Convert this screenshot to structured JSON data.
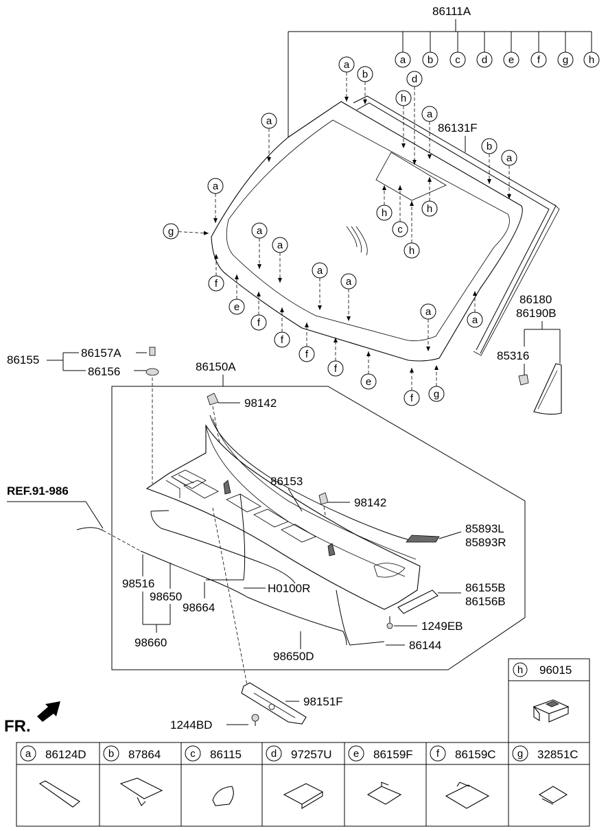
{
  "parts": {
    "windshield_assembly": "86111A",
    "moulding": "86131F",
    "cowl_assembly": "86150A",
    "cowl_panel": "86153",
    "clip_98142_upper": "98142",
    "clip_98142_lower": "98142",
    "cover_upper": "86180",
    "cover_lower": "86190B",
    "pad": "85316",
    "bracket_assy": "86155",
    "bolt_upper": "86157A",
    "bolt_lower": "86156",
    "ref": "REF.91-986",
    "hose_a": "98516",
    "hose_b": "98650",
    "nozzle": "98664",
    "hose_assy": "98660",
    "hose_main": "98650D",
    "wiring": "H0100R",
    "seal": "86144",
    "screw_1249": "1249EB",
    "seal_left": "86155B",
    "seal_right": "86156B",
    "garnish_left": "85893L",
    "garnish_right": "85893R",
    "extension": "98151F",
    "screw_1244": "1244BD",
    "direction": "FR."
  },
  "top_legend_letters": [
    "a",
    "b",
    "c",
    "d",
    "e",
    "f",
    "g",
    "h"
  ],
  "legend_table": [
    {
      "letter": "a",
      "part": "86124D"
    },
    {
      "letter": "b",
      "part": "87864"
    },
    {
      "letter": "c",
      "part": "86115"
    },
    {
      "letter": "d",
      "part": "97257U"
    },
    {
      "letter": "e",
      "part": "86159F"
    },
    {
      "letter": "f",
      "part": "86159C"
    },
    {
      "letter": "g",
      "part": "32851C"
    }
  ],
  "legend_h": {
    "letter": "h",
    "part": "96015"
  },
  "callouts": [
    {
      "letter": "a"
    },
    {
      "letter": "b"
    },
    {
      "letter": "d"
    },
    {
      "letter": "h"
    },
    {
      "letter": "a"
    },
    {
      "letter": "b"
    },
    {
      "letter": "a"
    },
    {
      "letter": "a"
    },
    {
      "letter": "a"
    },
    {
      "letter": "g"
    },
    {
      "letter": "h"
    },
    {
      "letter": "c"
    },
    {
      "letter": "h"
    },
    {
      "letter": "h"
    },
    {
      "letter": "a"
    },
    {
      "letter": "a"
    },
    {
      "letter": "f"
    },
    {
      "letter": "e"
    },
    {
      "letter": "f"
    },
    {
      "letter": "f"
    },
    {
      "letter": "a"
    },
    {
      "letter": "a"
    },
    {
      "letter": "f"
    },
    {
      "letter": "f"
    },
    {
      "letter": "e"
    },
    {
      "letter": "a"
    },
    {
      "letter": "a"
    },
    {
      "letter": "f"
    },
    {
      "letter": "g"
    }
  ]
}
